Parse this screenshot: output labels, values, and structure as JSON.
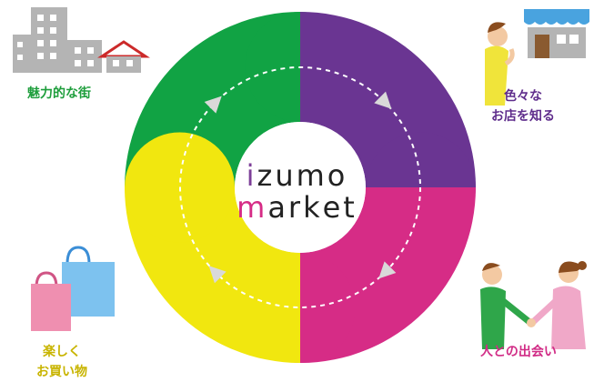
{
  "colors": {
    "green": "#11a344",
    "purple": "#6a3592",
    "magenta": "#d62c86",
    "yellow": "#f1e70f",
    "building": "#b4b4b4",
    "roof": "#cc2a2a",
    "shop_awning": "#49a3df"
  },
  "logo": {
    "line1": "izumo",
    "line2": "market",
    "letter_colors": [
      "#7d3f98",
      "#222222",
      "#222222",
      "#222222",
      "#222222",
      "#d62c86",
      "#222222",
      "#222222",
      "#222222",
      "#222222",
      "#222222"
    ]
  },
  "labels": {
    "town": [
      "魅力的な街"
    ],
    "stores": [
      "色々な",
      "お店を知る"
    ],
    "shopping": [
      "楽しく",
      "お買い物"
    ],
    "people": [
      "人との出会い"
    ]
  },
  "icons": {
    "town": "city-buildings-icon",
    "stores": "storefront-icon",
    "shopping": "shopping-bags-icon",
    "people": "handshake-people-icon"
  }
}
